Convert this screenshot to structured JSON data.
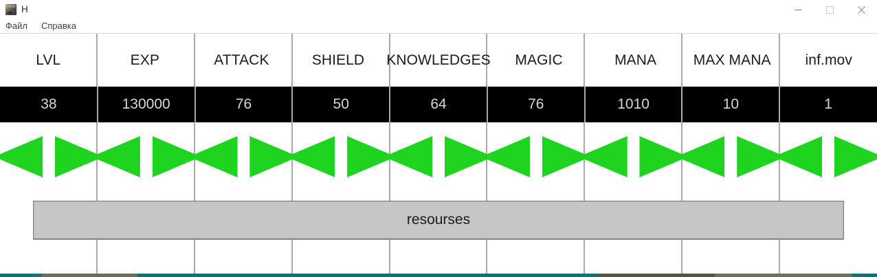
{
  "window": {
    "title": "H",
    "icon": "app-icon",
    "controls": [
      {
        "name": "minimize",
        "glyph": "minimize-icon"
      },
      {
        "name": "maximize",
        "glyph": "maximize-icon"
      },
      {
        "name": "close",
        "glyph": "close-icon"
      }
    ]
  },
  "menubar": {
    "items": [
      {
        "label": "Файл"
      },
      {
        "label": "Справка"
      }
    ]
  },
  "stats": {
    "columns": [
      {
        "header": "LVL",
        "value": "38"
      },
      {
        "header": "EXP",
        "value": "130000"
      },
      {
        "header": "ATTACK",
        "value": "76"
      },
      {
        "header": "SHIELD",
        "value": "50"
      },
      {
        "header": "KNOWLEDGES",
        "value": "64"
      },
      {
        "header": "MAGIC",
        "value": "76"
      },
      {
        "header": "MANA",
        "value": "1010"
      },
      {
        "header": "MAX MANA",
        "value": "10"
      },
      {
        "header": "inf.mov",
        "value": "1"
      }
    ],
    "decrement_icon": "triangle-left-icon",
    "increment_icon": "triangle-right-icon"
  },
  "resources": {
    "button_label": "resourses"
  },
  "colors": {
    "arrow_green": "#1fd41f",
    "value_row_background": "#000000",
    "value_row_text": "#d8d8d8",
    "grid_line": "#a9a9a9",
    "button_face": "#c6c6c6",
    "menu_text": "#3a3a5c",
    "taskbar_accent": "#14707a"
  }
}
